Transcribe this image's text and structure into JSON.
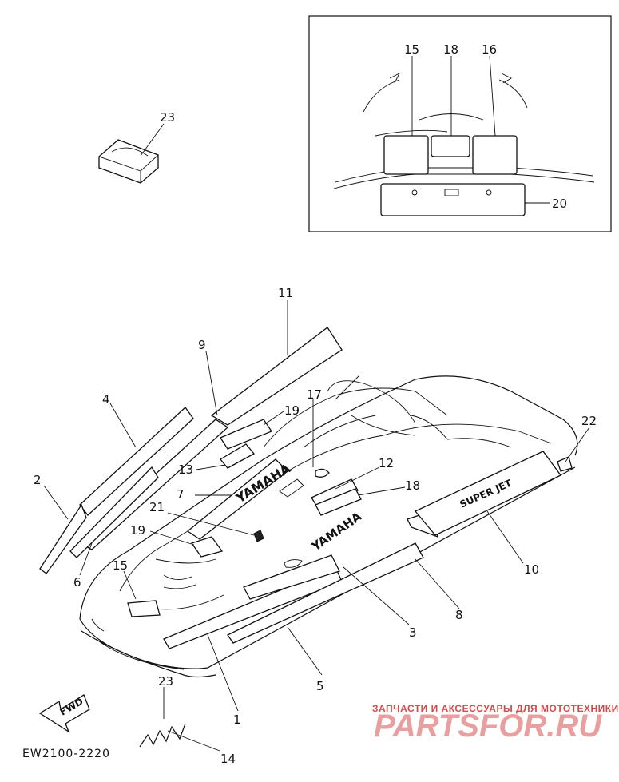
{
  "diagram": {
    "reference_code": "EW2100-2220",
    "fwd_label": "FWD",
    "callouts": {
      "c1": "1",
      "c2": "2",
      "c3": "3",
      "c4": "4",
      "c5": "5",
      "c6": "6",
      "c7": "7",
      "c8": "8",
      "c9": "9",
      "c10": "10",
      "c11": "11",
      "c12": "12",
      "c13": "13",
      "c14": "14",
      "c15a": "15",
      "c15b": "15",
      "c16": "16",
      "c17": "17",
      "c18a": "18",
      "c18b": "18",
      "c19a": "19",
      "c19b": "19",
      "c20": "20",
      "c21": "21",
      "c22": "22",
      "c23": "23"
    },
    "decal_texts": {
      "yamaha_side": "YAMAHA",
      "yamaha_hood": "YAMAHA",
      "super_jet": "SUPER JET"
    }
  },
  "watermark": {
    "tagline": "ЗАПЧАСТИ И АКСЕССУАРЫ ДЛЯ МОТОТЕХНИКИ",
    "logo": "PARTSFOR.RU"
  }
}
